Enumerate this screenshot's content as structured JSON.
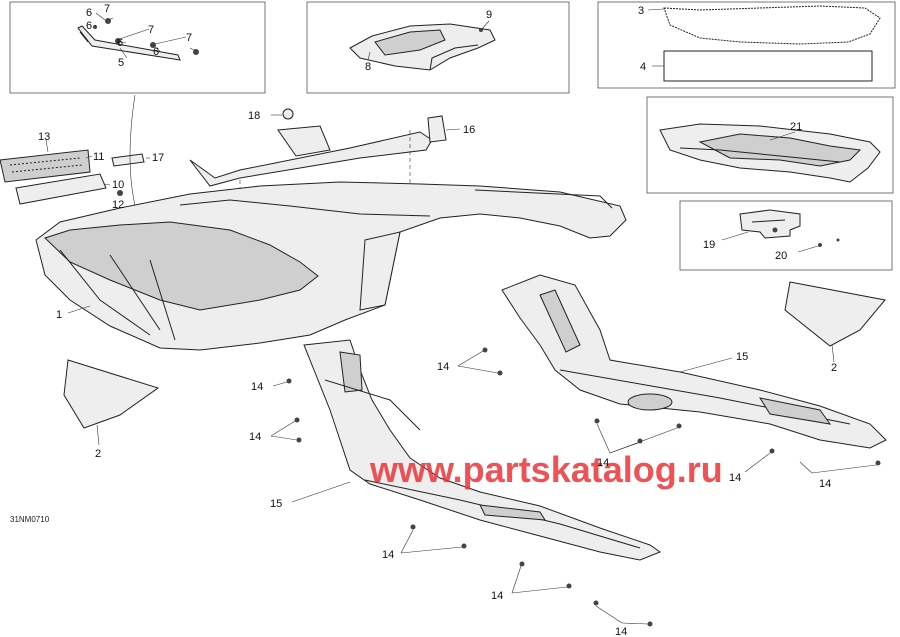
{
  "labels": {
    "l1": "1",
    "l2a": "2",
    "l2b": "2",
    "l3": "3",
    "l4": "4",
    "l5": "5",
    "l6a": "6",
    "l6b": "6",
    "l6c": "6",
    "l6d": "6",
    "l7a": "7",
    "l7b": "7",
    "l7c": "7",
    "l8": "8",
    "l9": "9",
    "l10": "10",
    "l11": "11",
    "l12": "12",
    "l13": "13",
    "l14a": "14",
    "l14b": "14",
    "l14c": "14",
    "l14d": "14",
    "l14e": "14",
    "l14f": "14",
    "l14g": "14",
    "l14h": "14",
    "l14i": "14",
    "l15a": "15",
    "l15b": "15",
    "l16": "16",
    "l17": "17",
    "l18": "18",
    "l19": "19",
    "l20": "20",
    "l21": "21"
  },
  "figure_code": "31NM0710",
  "watermark": "www.partskatalog.ru",
  "colors": {
    "watermark": "#e8353a",
    "line": "#222222",
    "background": "#ffffff"
  }
}
